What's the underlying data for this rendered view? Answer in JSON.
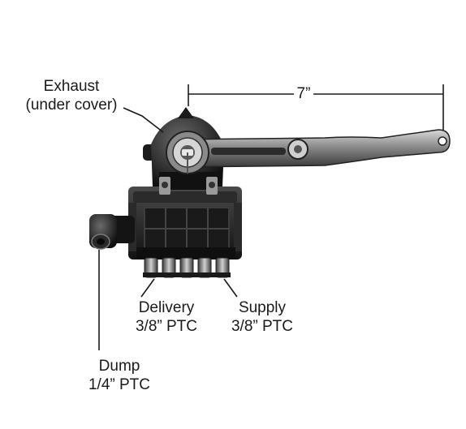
{
  "labels": {
    "exhaust": {
      "line1": "Exhaust",
      "line2": "(under cover)"
    },
    "dimension": "7”",
    "delivery": {
      "line1": "Delivery",
      "line2": "3/8” PTC"
    },
    "supply": {
      "line1": "Supply",
      "line2": "3/8” PTC"
    },
    "dump": {
      "line1": "Dump",
      "line2": "1/4” PTC"
    }
  },
  "colors": {
    "metal_dark": "#1b1b1b",
    "metal_mid": "#5a5a5a",
    "metal_light": "#b9b9b9",
    "leader": "#1a1a1a"
  }
}
